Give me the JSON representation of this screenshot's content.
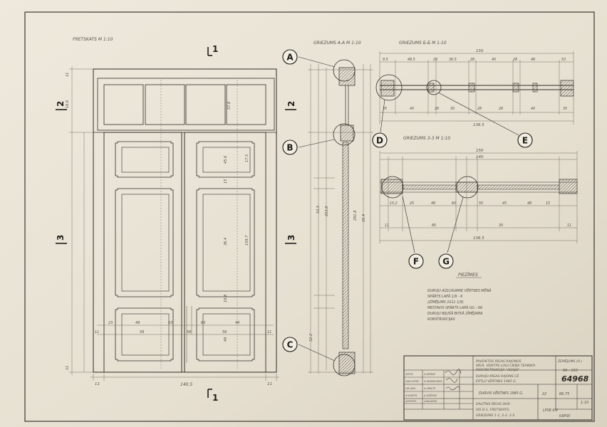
{
  "views": {
    "elevation_title": "FRETSKATS M 1:10",
    "section_aa_title": "GRIEZUMS A-A M 1:10",
    "section_bb_title": "GRIEZUMS Б-Б M 1:10",
    "section_cc_title": "GRIEZUMS 3-3 M 1:10"
  },
  "cut_markers": [
    {
      "id": "cut-1-top",
      "label": "1"
    },
    {
      "id": "cut-1-bottom",
      "label": "1"
    },
    {
      "id": "cut-2-left",
      "label": "2"
    },
    {
      "id": "cut-2-right",
      "label": "2"
    },
    {
      "id": "cut-3-left",
      "label": "3"
    },
    {
      "id": "cut-3-right",
      "label": "3"
    }
  ],
  "callouts": [
    "A",
    "B",
    "C",
    "D",
    "E",
    "F",
    "G"
  ],
  "elevation_dims": {
    "overall_width": "140.5",
    "left_end": "11",
    "right_end": "11",
    "bottom_left": "11",
    "bottom_row": [
      "23",
      "49",
      "63",
      "59",
      "58",
      "59",
      "63",
      "49",
      "11"
    ]
  },
  "vertical_dims": [
    "11",
    "16.6",
    "57.8",
    "45.6",
    "15",
    "17.5",
    "36.4",
    "159.7",
    "203.8",
    "291.8",
    "19.8",
    "49",
    "11",
    "53.5",
    "52.2",
    "26.4"
  ],
  "section_bb_dims": {
    "total": "150",
    "top_row": [
      "9.5",
      "48.5",
      "28",
      "36.5",
      "28",
      "40",
      "28",
      "48",
      "53"
    ],
    "bottom_row": [
      "35",
      "40",
      "28",
      "30",
      "28",
      "28",
      "40",
      "35"
    ],
    "lower_total": "136.5"
  },
  "section_cc_dims": {
    "total": "150",
    "upper": "140",
    "mid_row": [
      "15.2",
      "25",
      "48",
      "60",
      "50",
      "45",
      "48",
      "15"
    ],
    "lower_row": [
      "11",
      "80",
      "30",
      "11"
    ],
    "lower_total": "136.5"
  },
  "notes": {
    "heading": "PIEZĪMES",
    "items": [
      "DURVJU AIZLOGAMIE VĒRTNES MĒNĀ",
      "SPĀRTS LAPĀ  1/9 - 6",
      "(ZĪMĒJUMS 1011 1/9)",
      "MESTAVIS SPĀRTS LAPĀ  GG - 96",
      "DURVJU BIJUŠĀ BITKĀ ZĪMĒJAMA",
      "KONSTRUKCIJAS"
    ]
  },
  "title_block": {
    "project": [
      "PAVEIKTOS RĪGAS RAJONOS",
      "RĪGĀ, VEIKTĀS LOGI CIEŅA TEHNIKĀ",
      "REKONSTRUKCIJA \"ADAJIS\""
    ],
    "dept": "ZEMĒJUMS (Ū.)",
    "project_code": "84 - 193",
    "location": [
      "DURVJU RĪGAS RAJONS CĒ",
      "ĒRTLU VĒRTNES 1985 G."
    ],
    "drawing_title": "DURVIS VĒRTNES 1985 G.",
    "sheet_no": "64968",
    "scale": "1:10",
    "sheet_ratio": "22",
    "date_code": "66.75",
    "drawing_desc": [
      "DALĪTAIS RĪGAS DUR-",
      "VIS D-1, FRETSKATS;",
      "GRIEZUMS 1-1, 2-2, 3-3."
    ],
    "sheet_label": "LPSR KM",
    "org": "KAPSK",
    "signature_rows": [
      [
        "IZSTR.",
        "D.ZIRNIS"
      ],
      [
        "GALV.SPEC.",
        "G.IRGNEVSKIS"
      ],
      [
        "GR.VAD.",
        "A.SMILTE"
      ],
      [
        "N.KONTR.",
        "A.DZĒRVE"
      ],
      [
        "APSTIPR.",
        "I.BAUDRIS"
      ]
    ]
  }
}
